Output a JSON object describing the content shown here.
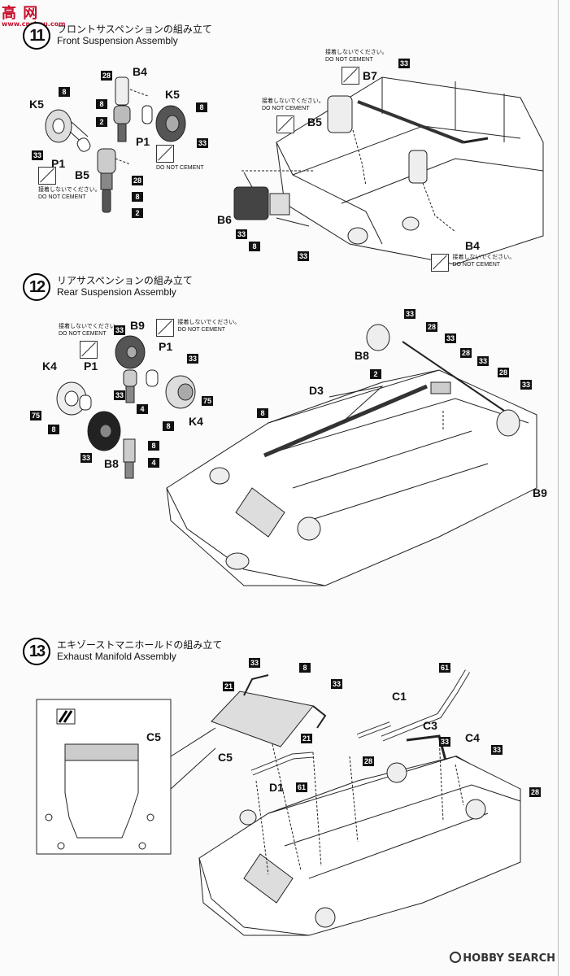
{
  "watermark": {
    "main": "高  网",
    "url": "www.cnshou.com"
  },
  "steps": [
    {
      "number": "11",
      "title_jp": "フロントサスペンションの組み立て",
      "title_en": "Front Suspension Assembly"
    },
    {
      "number": "12",
      "title_jp": "リアサスペンションの組み立て",
      "title_en": "Rear Suspension Assembly"
    },
    {
      "number": "13",
      "title_jp": "エキゾーストマニホールドの組み立て",
      "title_en": "Exhaust Manifold Assembly"
    }
  ],
  "no_cement": {
    "jp": "接着しないでください。",
    "en": "DO NOT CEMENT"
  },
  "parts": {
    "B4": "B4",
    "K5": "K5",
    "P1": "P1",
    "B5": "B5",
    "B6": "B6",
    "B7": "B7",
    "B8": "B8",
    "B9": "B9",
    "K4": "K4",
    "D3": "D3",
    "C1": "C1",
    "C3": "C3",
    "C4": "C4",
    "C5": "C5",
    "D1": "D1"
  },
  "paint_codes": {
    "c8": "8",
    "c2": "2",
    "c28": "28",
    "c33": "33",
    "c75": "75",
    "c4": "4",
    "c21": "21",
    "c61": "61"
  },
  "footer": {
    "logo": "HOBBY SEARCH"
  }
}
